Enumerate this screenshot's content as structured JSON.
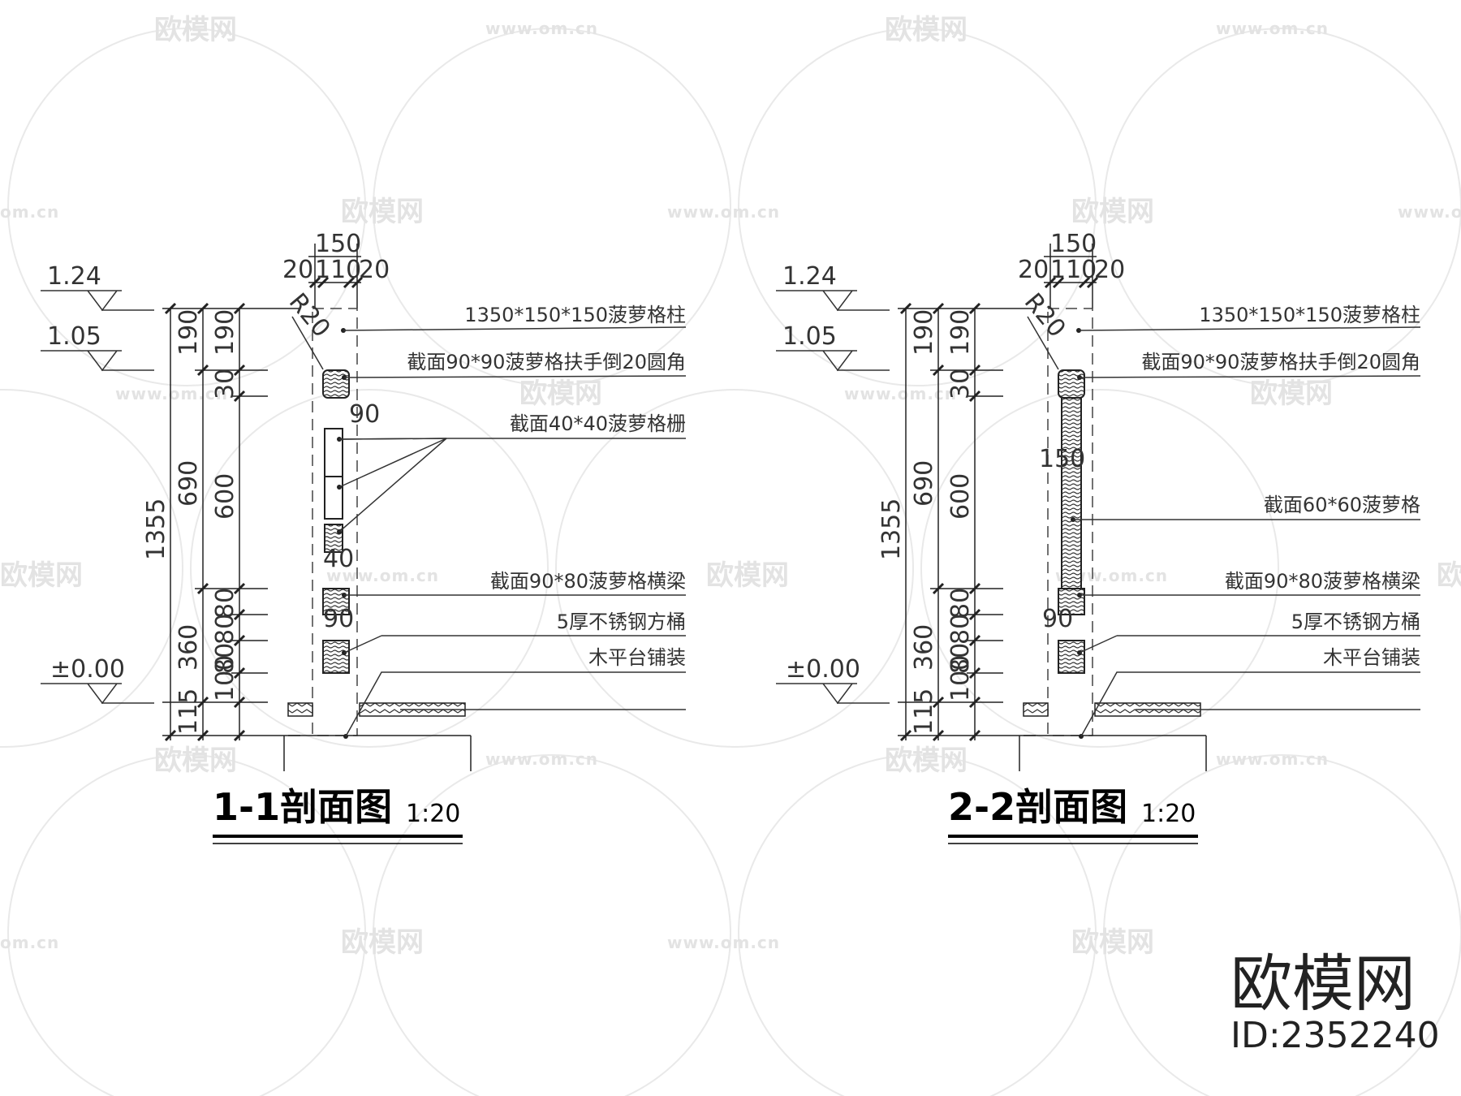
{
  "watermark": {
    "text": "欧模网",
    "url": "www.om.cn",
    "url_short": "om.cn"
  },
  "brand": {
    "name": "欧模网",
    "id": "ID:2352240"
  },
  "sections": [
    {
      "title": "1-1剖面图",
      "scale": "1:20",
      "levels": [
        "1.24",
        "1.05",
        "±0.00"
      ],
      "top_dims": [
        "150",
        "20",
        "110",
        "20"
      ],
      "vertical_dims": [
        "1355",
        "190",
        "690",
        "360",
        "115",
        "190",
        "30",
        "600",
        "80",
        "80",
        "100",
        "80"
      ],
      "inner_dims": [
        "R20",
        "90",
        "40",
        "90"
      ],
      "notes": [
        "1350*150*150菠萝格柱",
        "截面90*90菠萝格扶手倒20圆角",
        "截面40*40菠萝格栅",
        "截面90*80菠萝格横梁",
        "5厚不锈钢方桶",
        "木平台铺装"
      ]
    },
    {
      "title": "2-2剖面图",
      "scale": "1:20",
      "levels": [
        "1.24",
        "1.05",
        "±0.00"
      ],
      "top_dims": [
        "150",
        "20",
        "110",
        "20"
      ],
      "vertical_dims": [
        "1355",
        "190",
        "690",
        "360",
        "115",
        "190",
        "30",
        "600",
        "80",
        "80",
        "100",
        "80"
      ],
      "inner_dims": [
        "R20",
        "150",
        "90"
      ],
      "notes": [
        "1350*150*150菠萝格柱",
        "截面90*90菠萝格扶手倒20圆角",
        "截面60*60菠萝格",
        "截面90*80菠萝格横梁",
        "5厚不锈钢方桶",
        "木平台铺装"
      ]
    }
  ]
}
